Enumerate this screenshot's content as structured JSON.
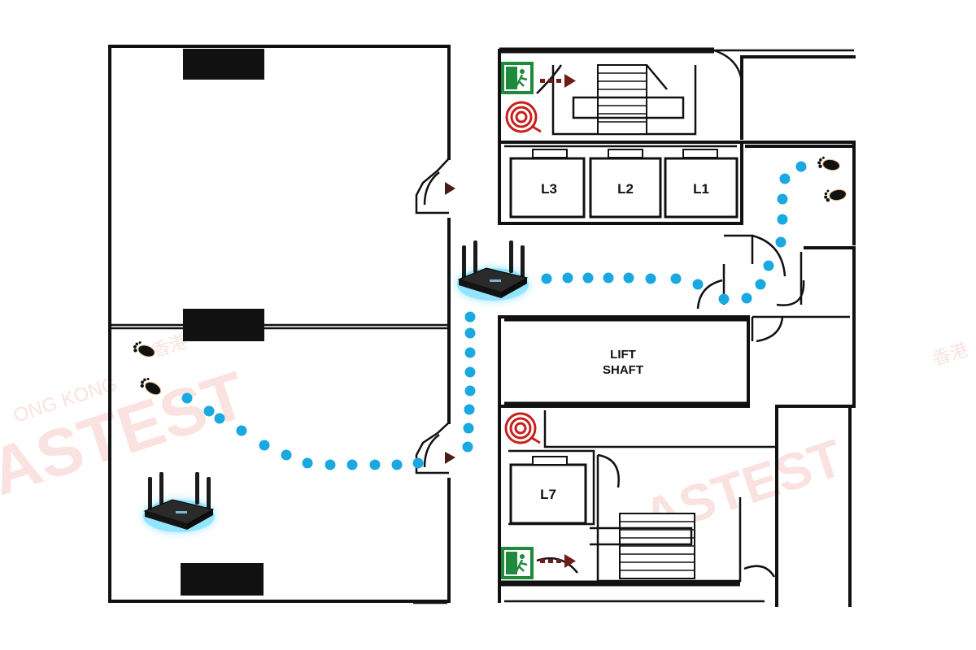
{
  "lifts": [
    {
      "id": "l3",
      "label": "L3"
    },
    {
      "id": "l2",
      "label": "L2"
    },
    {
      "id": "l1",
      "label": "L1"
    },
    {
      "id": "l7",
      "label": "L7"
    }
  ],
  "lift_shaft": {
    "line1": "LIFT",
    "line2": "SHAFT"
  },
  "watermark": {
    "brand": "ASTEST",
    "sub": "ONG KONG",
    "chinese": "香港"
  },
  "icons": {
    "router": "wifi-router-icon",
    "footprints": "footprints-icon",
    "exit": "emergency-exit-icon",
    "hose_reel": "fire-hose-reel-icon",
    "arrow": "triangle-arrow-icon"
  },
  "colors": {
    "walls": "#111111",
    "path": "#1aa8e0",
    "router_glow": "#3ad0ff",
    "exit_sign": "#1f8a3b",
    "hose_reel": "#c8201c",
    "footprint": "#e58a2a",
    "watermark": "#f7d9d6"
  }
}
